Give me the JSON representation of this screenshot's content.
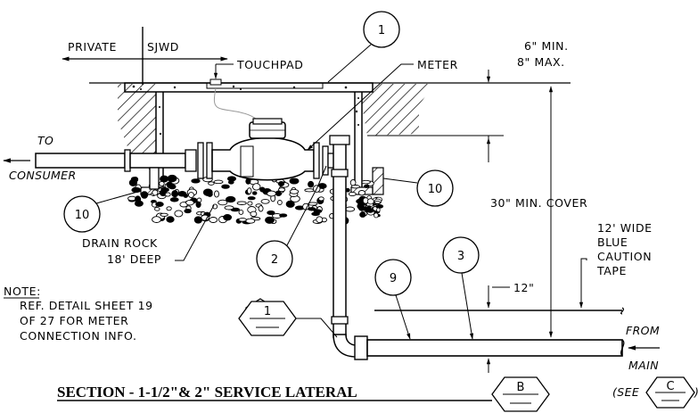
{
  "labels": {
    "private": "PRIVATE",
    "sjwd": "SJWD",
    "touchpad": "TOUCHPAD",
    "meter": "METER",
    "min6": "6\" MIN.",
    "max8": "8\" MAX.",
    "to": "TO",
    "consumer": "CONSUMER",
    "cover": "30\" MIN. COVER",
    "drain1": "DRAIN ROCK",
    "drain2": "18' DEEP",
    "twelve": "12\"",
    "tape1": "12' WIDE",
    "tape2": "BLUE",
    "tape3": "CAUTION",
    "tape4": "TAPE",
    "from": "FROM",
    "main": "MAIN",
    "see_open": "(SEE",
    "see_close": ")"
  },
  "note": {
    "heading": "NOTE:",
    "lines": [
      "REF. DETAIL SHEET 19",
      "OF 27 FOR METER",
      "CONNECTION INFO."
    ]
  },
  "callouts": {
    "c1": "1",
    "c10_left": "10",
    "c10_right": "10",
    "c2": "2",
    "c9": "9",
    "c3": "3"
  },
  "hex_tags": {
    "left_top": "1",
    "title_tag": "B",
    "see_tag": "C"
  },
  "title": "SECTION - 1-1/2\"& 2\" SERVICE LATERAL"
}
